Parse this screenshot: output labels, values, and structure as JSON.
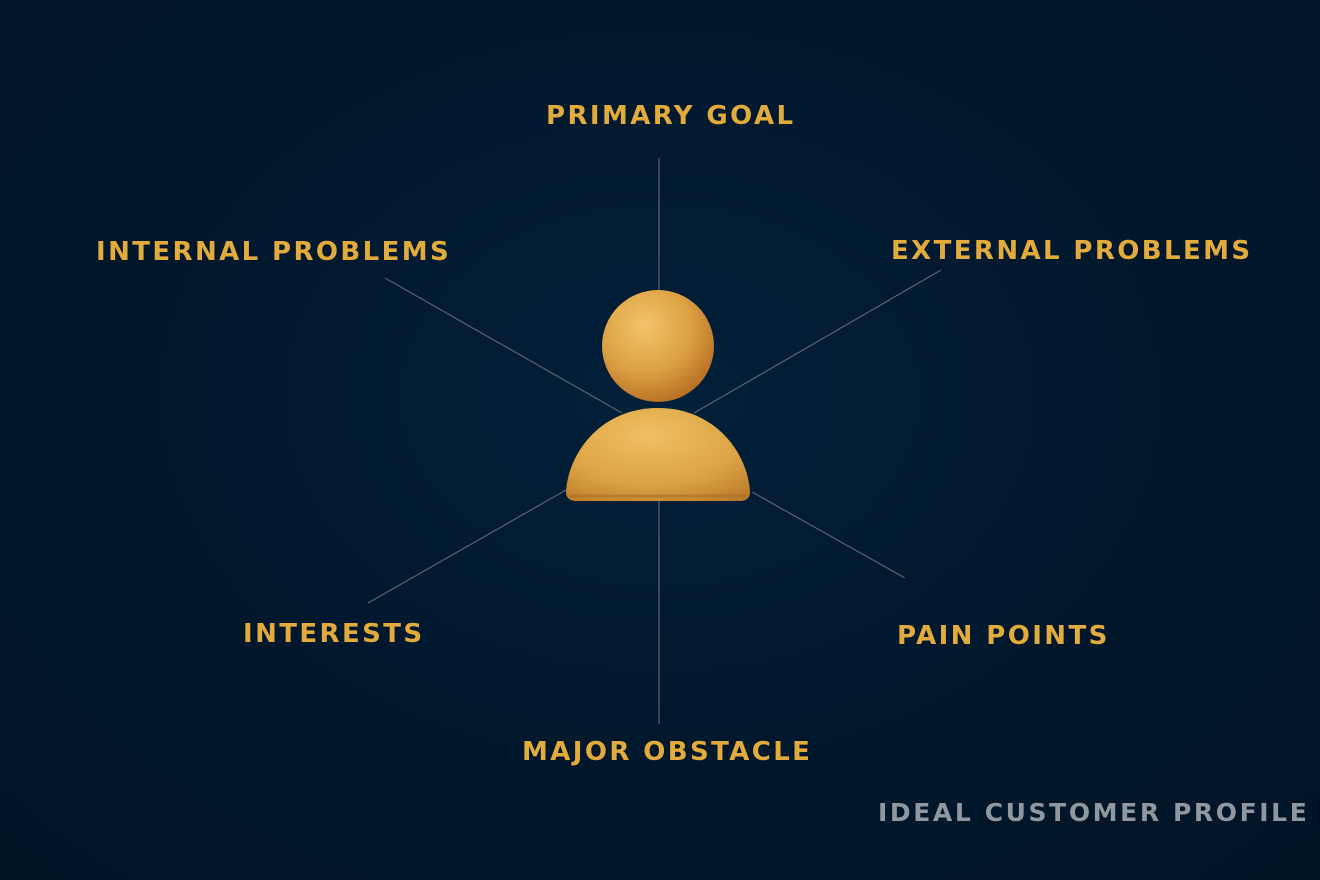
{
  "diagram": {
    "center_icon": "person-icon",
    "labels": {
      "primary_goal": "PRIMARY GOAL",
      "internal_problems": "INTERNAL PROBLEMS",
      "external_problems": "EXTERNAL PROBLEMS",
      "interests": "INTERESTS",
      "pain_points": "PAIN POINTS",
      "major_obstacle": "MAJOR OBSTACLE"
    },
    "caption": "IDEAL CUSTOMER PROFILE",
    "colors": {
      "background": "#00162a",
      "accent": "#e2ab3b",
      "caption": "#8f97a1",
      "connector": "#5a6470"
    }
  }
}
